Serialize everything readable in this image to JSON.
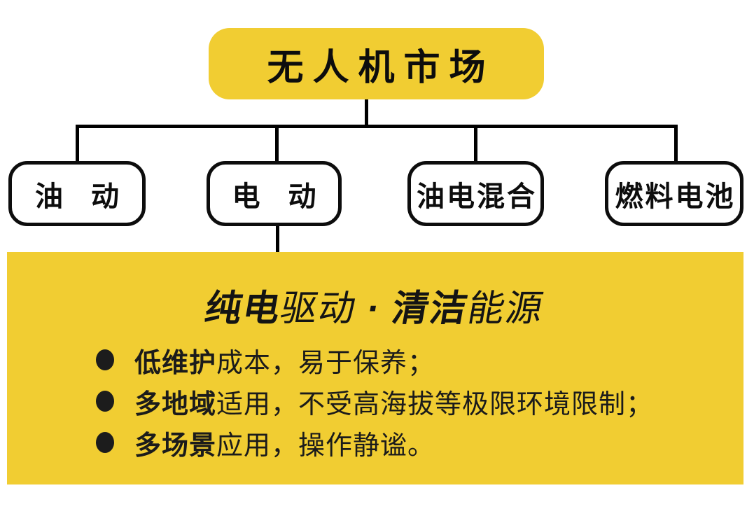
{
  "root": {
    "title": "无人机市场"
  },
  "branches": [
    {
      "label": "油　动"
    },
    {
      "label": "电　动"
    },
    {
      "label": "油电混合"
    },
    {
      "label": "燃料电池"
    }
  ],
  "panel": {
    "title_segments": [
      {
        "text": "纯电",
        "heavy": true
      },
      {
        "text": "驱动",
        "heavy": false
      },
      {
        "text": "·",
        "heavy": true,
        "separator": true
      },
      {
        "text": "清洁",
        "heavy": true
      },
      {
        "text": "能源",
        "heavy": false
      }
    ],
    "bullets": [
      {
        "bold": "低维护",
        "rest": "成本，易于保养；"
      },
      {
        "bold": "多地域",
        "rest": "适用，不受高海拔等极限环境限制；"
      },
      {
        "bold": "多场景",
        "rest": "应用，操作静谧。"
      }
    ]
  },
  "colors": {
    "yellow": "#F1CD32",
    "ink": "#0d0d0d",
    "text": "#1b1b1b"
  }
}
